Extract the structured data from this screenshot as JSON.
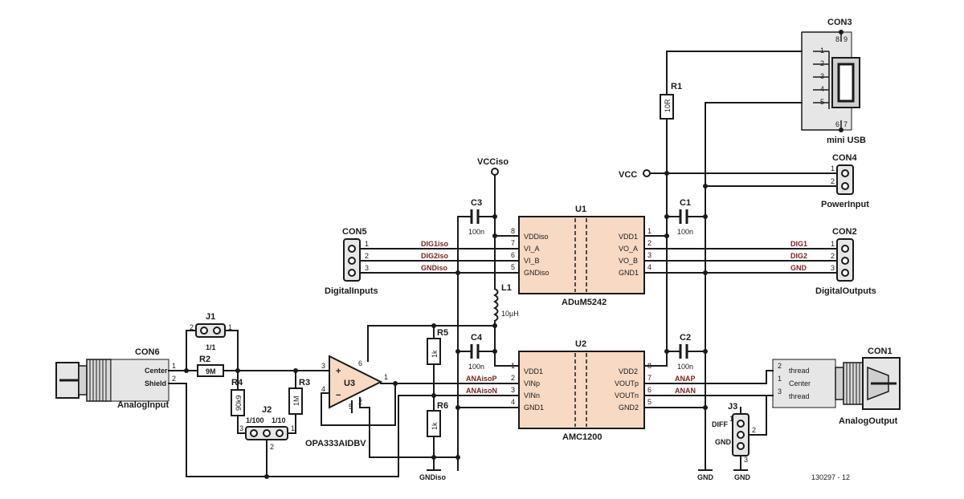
{
  "labels": {
    "con1": "CON1",
    "con2": "CON2",
    "con3": "CON3",
    "con4": "CON4",
    "con5": "CON5",
    "con6": "CON6",
    "analog_output": "AnalogOutput",
    "analog_input": "AnalogInput",
    "digital_inputs": "DigitalInputs",
    "digital_outputs": "DigitalOutputs",
    "power_input": "PowerInput",
    "mini_usb": "mini USB",
    "vcciso": "VCCiso",
    "vcc": "VCC",
    "gnd": "GND",
    "gndiso": "GNDiso",
    "u1": "U1",
    "u1_part": "ADuM5242",
    "u2": "U2",
    "u2_part": "AMC1200",
    "u3": "U3",
    "u3_part": "OPA333AIDBV",
    "r1": "R1",
    "r1_val": "10R",
    "r2": "R2",
    "r2_val": "9M",
    "r3": "R3",
    "r3_val": "1M",
    "r4": "R4",
    "r4_val": "90k9",
    "r5": "R5",
    "r5_val": "1k",
    "r6": "R6",
    "r6_val": "1k",
    "c1": "C1",
    "c2": "C2",
    "c3": "C3",
    "c4": "C4",
    "cap_val": "100n",
    "l1": "L1",
    "l1_val": "10µH",
    "j1": "J1",
    "j1_ratio": "1/1",
    "j2": "J2",
    "j2_ratio1": "1/100",
    "j2_ratio2": "1/10",
    "j3": "J3",
    "diff": "DIFF",
    "center": "Center",
    "shield": "Shield",
    "thread": "thread",
    "figure_code": "130297 - 12"
  },
  "u1_pins_left": [
    "VDDiso",
    "VI_A",
    "VI_B",
    "GNDiso"
  ],
  "u1_pins_right": [
    "VDD1",
    "VO_A",
    "VO_B",
    "GND1"
  ],
  "u2_pins_left": [
    "VDD1",
    "VINp",
    "VINn",
    "GND1"
  ],
  "u2_pins_right": [
    "VDD2",
    "VOUTp",
    "VOUTn",
    "GND2"
  ],
  "nets": {
    "dig1iso": "DIG1iso",
    "dig2iso": "DIG2iso",
    "gndiso_net": "GNDiso",
    "dig1": "DIG1",
    "dig2": "DIG2",
    "gnd_net": "GND",
    "anaisop": "ANAisoP",
    "anaison": "ANAisoN",
    "anap": "ANAP",
    "anan": "ANAN"
  },
  "pin_numbers": {
    "p1": "1",
    "p2": "2",
    "p3": "3",
    "p4": "4",
    "p5": "5",
    "p6": "6",
    "p7": "7",
    "p8": "8",
    "p9": "9",
    "plus": "+",
    "minus": "−"
  }
}
